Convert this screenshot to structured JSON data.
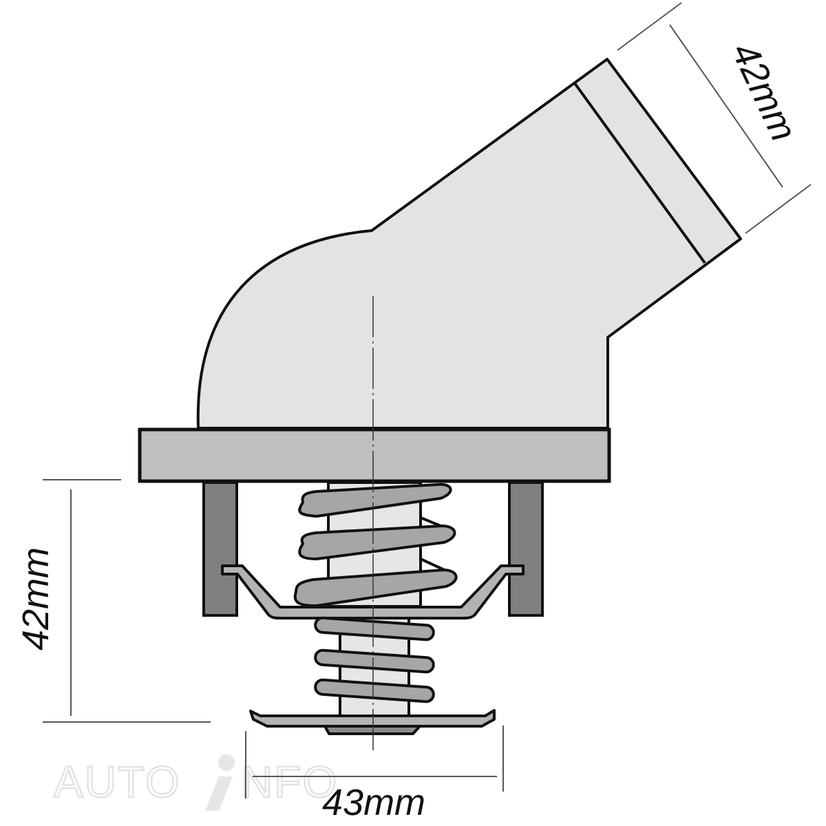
{
  "diagram": {
    "subject": "Thermostat with angled outlet housing",
    "colors": {
      "housing": "#e3e3e3",
      "flange": "#bfbfbf",
      "posts": "#808080",
      "spring": "#a6a6a6",
      "piston": "#e6e6e6",
      "outline": "#111111",
      "dimension_line": "#555555"
    },
    "dimensions": {
      "outlet_diameter": "42mm",
      "valve_height": "42mm",
      "valve_diameter": "43mm"
    },
    "watermark": {
      "left": "AUTO",
      "right": "NFO"
    }
  }
}
